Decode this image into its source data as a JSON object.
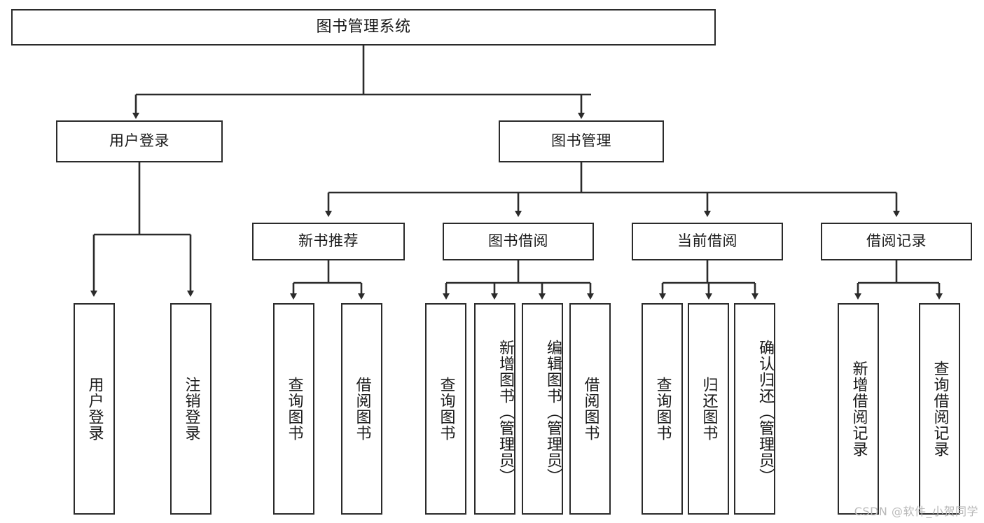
{
  "diagram": {
    "title": "图书管理系统",
    "watermark": "CSDN @软件_小贺同学",
    "levels": {
      "root": {
        "label": "图书管理系统"
      },
      "level2": [
        {
          "label": "用户登录"
        },
        {
          "label": "图书管理"
        }
      ],
      "level3": [
        {
          "label": "新书推荐"
        },
        {
          "label": "图书借阅"
        },
        {
          "label": "当前借阅"
        },
        {
          "label": "借阅记录"
        }
      ],
      "leaves": [
        {
          "label": "用户登录",
          "parent": "用户登录"
        },
        {
          "label": "注销登录",
          "parent": "用户登录"
        },
        {
          "label": "查询图书",
          "parent": "新书推荐"
        },
        {
          "label": "借阅图书",
          "parent": "新书推荐"
        },
        {
          "label": "查询图书",
          "parent": "图书借阅"
        },
        {
          "label": "新增图书（管理员）",
          "parent": "图书借阅"
        },
        {
          "label": "编辑图书（管理员）",
          "parent": "图书借阅"
        },
        {
          "label": "借阅图书",
          "parent": "图书借阅"
        },
        {
          "label": "查询图书",
          "parent": "当前借阅"
        },
        {
          "label": "归还图书",
          "parent": "当前借阅"
        },
        {
          "label": "确认归还（管理员）",
          "parent": "当前借阅"
        },
        {
          "label": "新增借阅记录",
          "parent": "借阅记录"
        },
        {
          "label": "查询借阅记录",
          "parent": "借阅记录"
        }
      ]
    },
    "colors": {
      "stroke": "#2b2b2b",
      "fill": "#ffffff",
      "text": "#1a1a1a",
      "watermark": "#b9b9b9"
    }
  }
}
